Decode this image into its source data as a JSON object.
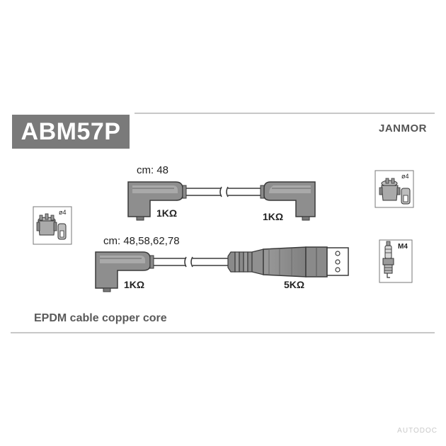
{
  "header": {
    "part_number": "ABM57P",
    "brand": "JANMOR"
  },
  "top_cable": {
    "length_label": "cm: 48",
    "resistance_left": "1KΩ",
    "resistance_right": "1KΩ"
  },
  "bottom_cable": {
    "length_label": "cm: 48,58,62,78",
    "resistance_left": "1KΩ",
    "resistance_right": "5KΩ"
  },
  "icons": {
    "distributor_left_size": "ø4",
    "distributor_right_size": "ø4",
    "spark_plug_thread": "M4"
  },
  "footer": {
    "description": "EPDM cable copper core"
  },
  "watermark": "AUTODOC"
}
